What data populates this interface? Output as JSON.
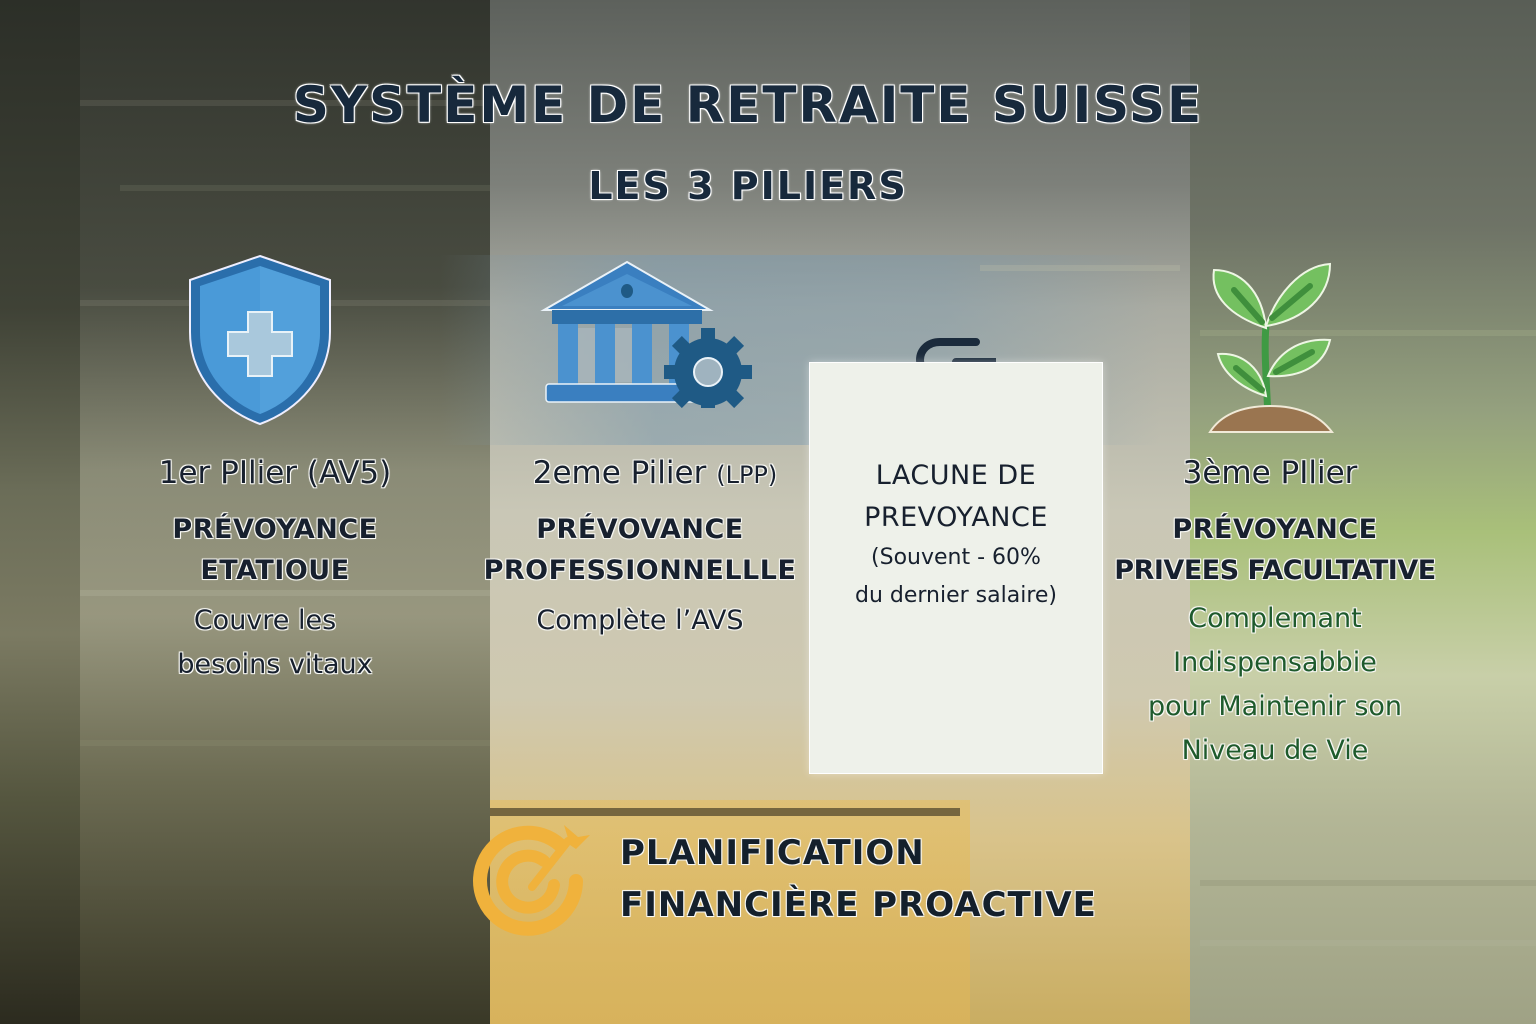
{
  "header": {
    "title": "SYSTÈME DE RETRAITE SUISSE",
    "subtitle": "LES 3 PILIERS"
  },
  "pillars": [
    {
      "icon": "shield-cross-icon",
      "title": "1er PIlier (AV5)",
      "type_line1": "PRÉVOYANCE",
      "type_line2": "ETATIOUE",
      "desc_line1": "Couvre les",
      "desc_line2": "besoins vitaux",
      "accent": "#3f8fd0"
    },
    {
      "icon": "bank-gear-icon",
      "title": "2eme Pilier",
      "title_suffix": "(LPP)",
      "type_line1": "PRÉVOVANCE",
      "type_line2": "PROFESSIONNELLLE",
      "desc_line1": "Complète l’AVS",
      "accent": "#2f78b8"
    },
    {
      "icon": "sprout-icon",
      "title": "3ème PIlier",
      "type_line1": "PRÉVOYANCE",
      "type_line2": "PRIVEES FACULTATIVE",
      "desc_line1": "Complemant",
      "desc_line2": "Indispensabbie",
      "desc_line3": "pour Maintenir son",
      "desc_line4": "Niveau de Vie",
      "accent": "#1e5a2c"
    }
  ],
  "gap": {
    "icon": "link-gap-icon",
    "title_line1": "LACUNE DE",
    "title_line2": "PREVOYANCE",
    "note_line1": "(Souvent - 60%",
    "note_line2": "du dernier salaire)"
  },
  "planning": {
    "icon": "target-arrow-icon",
    "line1": "PLANIFICATION",
    "line2": "FINANCIÈRE PROACTIVE",
    "accent": "#f0b23c"
  },
  "colors": {
    "title": "#17293c",
    "text": "#17202e",
    "green_text": "#1e5a2c",
    "shield_blue": "#4a9ad8",
    "bank_blue": "#3a7fc0",
    "gear_blue": "#1f5a85",
    "leaf_green": "#6cbf5a",
    "soil_brown": "#9a7550",
    "target_gold": "#f0b23c"
  }
}
